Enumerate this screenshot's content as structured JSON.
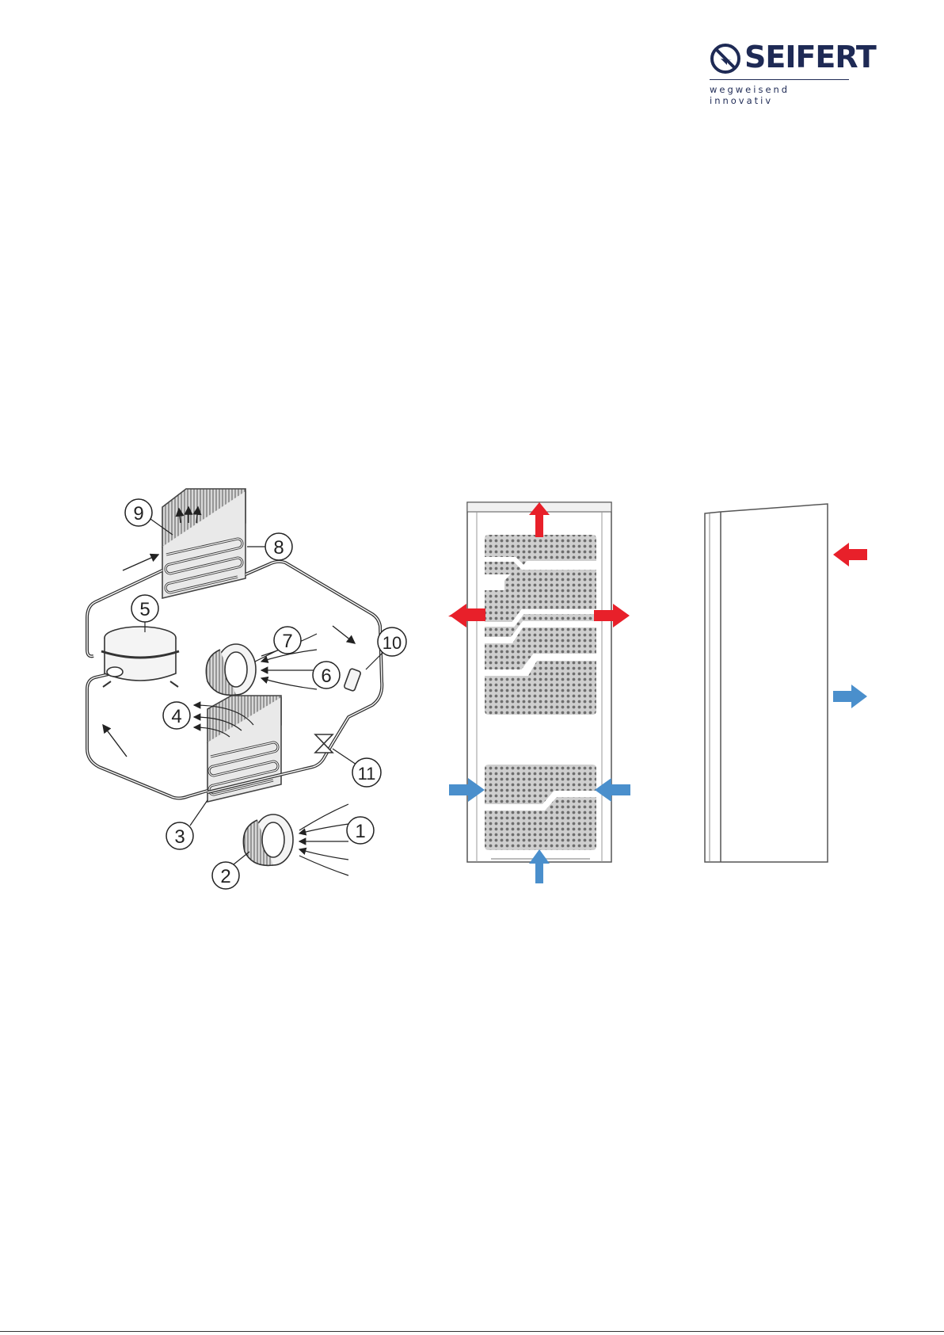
{
  "logo": {
    "brand": "SEIFERT",
    "tagline": "wegweisend innovativ"
  },
  "diagram": {
    "callouts": [
      "1",
      "2",
      "3",
      "4",
      "5",
      "6",
      "7",
      "8",
      "9",
      "10",
      "11"
    ]
  },
  "colors": {
    "hot_air": "#e8202a",
    "cool_air": "#4a8fcc",
    "brand": "#1e2a55",
    "line": "#3a3a3a"
  }
}
